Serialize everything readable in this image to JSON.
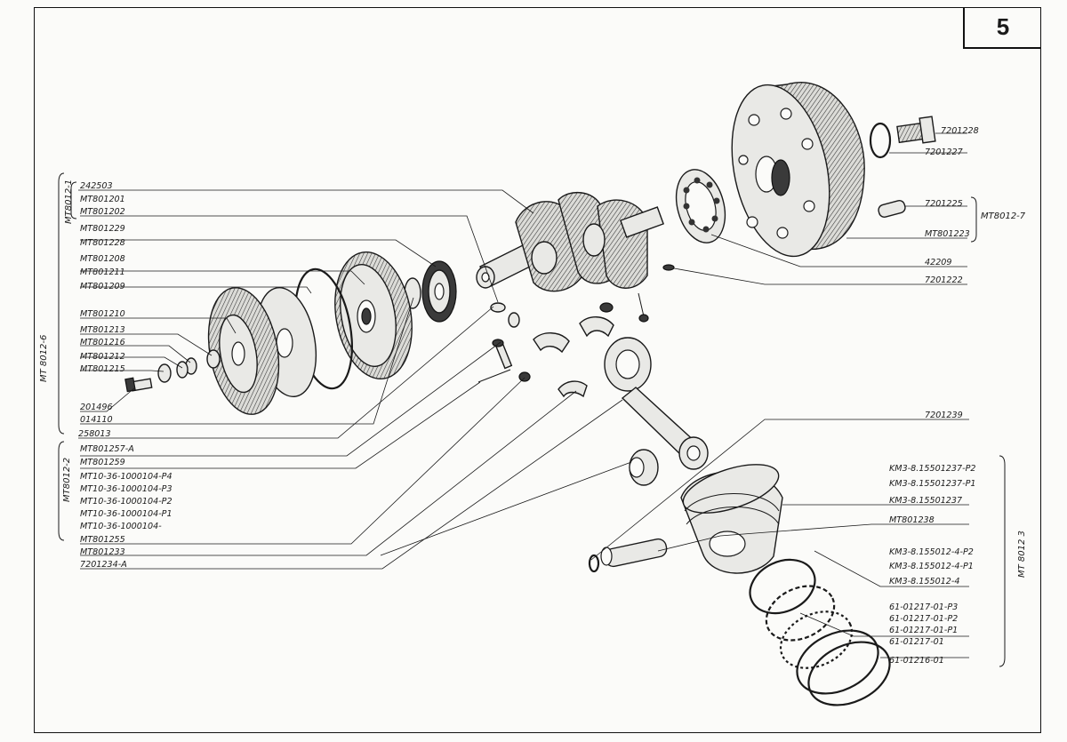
{
  "page_number": "5",
  "groups": {
    "mt8012_1": "MT8012-1",
    "mt8012_6": "MT 8012-6",
    "mt8012_2": "MT8012-2",
    "mt8012_7": "MT8012-7",
    "mt8012_3": "MT 8012 3"
  },
  "labels": {
    "l242503": "242503",
    "mt801201": "MT801201",
    "mt801202": "MT801202",
    "mt801229": "MT801229",
    "mt801228": "MT801228",
    "mt801208": "MT801208",
    "mt801211": "MT801211",
    "mt801209": "MT801209",
    "mt801210": "MT801210",
    "mt801213": "MT801213",
    "mt801216": "MT801216",
    "mt801212": "MT801212",
    "mt801215": "MT801215",
    "l201496": "201496",
    "l014110": "014110",
    "l258013": "258013",
    "mt801257a": "MT801257-A",
    "mt801259": "MT801259",
    "mt10p4": "MT10-36-1000104-P4",
    "mt10p3": "MT10-36-1000104-P3",
    "mt10p2": "MT10-36-1000104-P2",
    "mt10p1": "MT10-36-1000104-P1",
    "mt10base": "MT10-36-1000104-",
    "mt801255": "MT801255",
    "mt801233": "MT801233",
    "l7201234a": "7201234-A",
    "l7201228": "7201228",
    "l7201227": "7201227",
    "l7201225": "7201225",
    "mt801223": "MT801223",
    "l42209": "42209",
    "l7201222": "7201222",
    "l7201239": "7201239",
    "kmz_p2": "KM3-8.15501237-P2",
    "kmz_p1": "KM3-8.15501237-P1",
    "kmz_base": "KM3-8.15501237",
    "mt801238": "MT801238",
    "kmz4_p2": "KM3-8.155012-4-P2",
    "kmz4_p1": "KM3-8.155012-4-P1",
    "kmz4": "KM3-8.155012-4",
    "r61_p3": "61-01217-01-P3",
    "r61_p2": "61-01217-01-P2",
    "r61_p1": "61-01217-01-P1",
    "r61": "61-01217-01",
    "r61_216": "61-01216-01"
  }
}
